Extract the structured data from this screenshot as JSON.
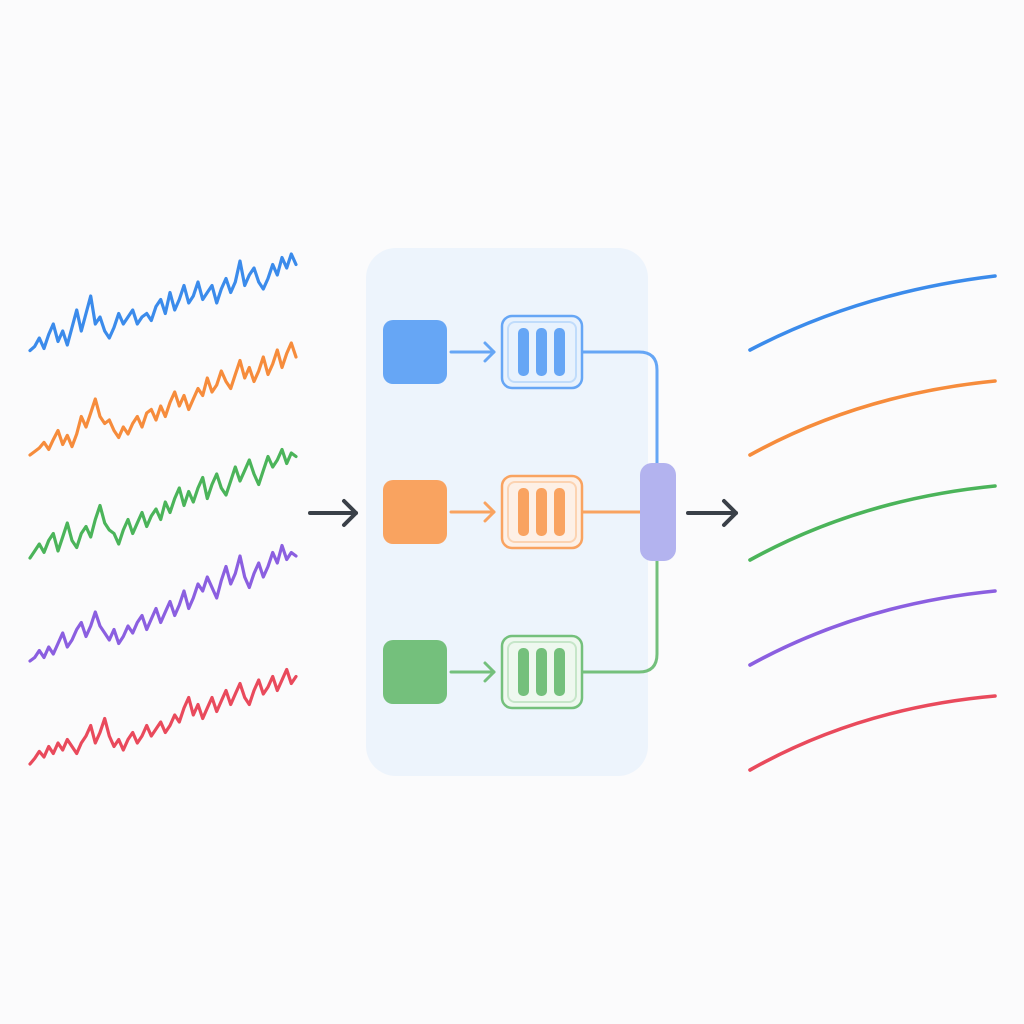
{
  "colors": {
    "background": "#fbfbfc",
    "panel": "#edf4fc",
    "arrow": "#3a4048",
    "merge": "#b3b3ef"
  },
  "inputs": [
    {
      "color": "#3b8beb",
      "values": [
        0.02,
        0.08,
        0.2,
        0.05,
        0.25,
        0.4,
        0.15,
        0.3,
        0.1,
        0.35,
        0.6,
        0.3,
        0.55,
        0.8,
        0.4,
        0.5,
        0.3,
        0.2,
        0.35,
        0.55,
        0.4,
        0.5,
        0.6,
        0.4,
        0.5,
        0.55,
        0.45,
        0.65,
        0.75,
        0.55,
        0.85,
        0.6,
        0.75,
        0.95,
        0.7,
        0.8,
        1.0,
        0.75,
        0.85,
        0.95,
        0.7,
        0.9,
        1.05,
        0.85,
        1.0,
        1.3,
        0.95,
        1.1,
        1.2,
        1.0,
        0.9,
        1.05,
        1.25,
        1.1,
        1.35,
        1.2,
        1.4,
        1.25
      ]
    },
    {
      "color": "#f68c3c",
      "values": [
        0.0,
        0.05,
        0.1,
        0.18,
        0.08,
        0.22,
        0.35,
        0.15,
        0.28,
        0.12,
        0.3,
        0.55,
        0.4,
        0.6,
        0.8,
        0.55,
        0.45,
        0.5,
        0.35,
        0.25,
        0.4,
        0.3,
        0.45,
        0.55,
        0.4,
        0.6,
        0.65,
        0.5,
        0.7,
        0.55,
        0.75,
        0.9,
        0.7,
        0.85,
        0.65,
        0.8,
        0.95,
        0.85,
        1.1,
        0.9,
        1.0,
        1.2,
        1.05,
        0.95,
        1.15,
        1.35,
        1.1,
        1.25,
        1.05,
        1.2,
        1.4,
        1.15,
        1.3,
        1.5,
        1.25,
        1.45,
        1.6,
        1.4
      ]
    },
    {
      "color": "#4bb45a",
      "values": [
        0.0,
        0.1,
        0.2,
        0.08,
        0.25,
        0.35,
        0.1,
        0.3,
        0.5,
        0.25,
        0.15,
        0.35,
        0.45,
        0.3,
        0.55,
        0.75,
        0.5,
        0.4,
        0.35,
        0.2,
        0.4,
        0.55,
        0.35,
        0.5,
        0.65,
        0.45,
        0.6,
        0.7,
        0.55,
        0.8,
        0.65,
        0.85,
        1.0,
        0.75,
        0.95,
        0.8,
        1.0,
        1.15,
        0.85,
        1.05,
        1.2,
        1.0,
        0.9,
        1.1,
        1.3,
        1.1,
        1.25,
        1.4,
        1.2,
        1.05,
        1.25,
        1.45,
        1.3,
        1.4,
        1.55,
        1.35,
        1.5,
        1.45
      ]
    },
    {
      "color": "#8b5fe0",
      "values": [
        0.0,
        0.05,
        0.15,
        0.05,
        0.2,
        0.1,
        0.25,
        0.4,
        0.2,
        0.3,
        0.45,
        0.55,
        0.35,
        0.5,
        0.7,
        0.5,
        0.4,
        0.3,
        0.45,
        0.25,
        0.35,
        0.5,
        0.4,
        0.55,
        0.65,
        0.45,
        0.6,
        0.75,
        0.55,
        0.7,
        0.85,
        0.65,
        0.8,
        1.0,
        0.75,
        0.9,
        1.1,
        1.0,
        1.2,
        1.05,
        0.9,
        1.15,
        1.35,
        1.1,
        1.25,
        1.5,
        1.2,
        1.05,
        1.25,
        1.4,
        1.2,
        1.35,
        1.55,
        1.4,
        1.65,
        1.45,
        1.55,
        1.5
      ]
    },
    {
      "color": "#e94a5c",
      "values": [
        0.0,
        0.08,
        0.18,
        0.1,
        0.25,
        0.15,
        0.3,
        0.2,
        0.35,
        0.25,
        0.15,
        0.3,
        0.4,
        0.55,
        0.3,
        0.45,
        0.65,
        0.4,
        0.25,
        0.35,
        0.2,
        0.35,
        0.45,
        0.3,
        0.4,
        0.55,
        0.4,
        0.5,
        0.6,
        0.45,
        0.55,
        0.7,
        0.6,
        0.8,
        0.95,
        0.7,
        0.85,
        0.65,
        0.8,
        0.95,
        0.75,
        0.9,
        1.05,
        0.85,
        1.0,
        1.15,
        0.95,
        0.85,
        1.05,
        1.2,
        1.0,
        1.1,
        1.25,
        1.05,
        1.2,
        1.35,
        1.15,
        1.25
      ]
    }
  ],
  "branches": [
    {
      "color": "#66a6f5",
      "light": "#c0dcfb",
      "fill": "#e8f2fd"
    },
    {
      "color": "#f9a360",
      "light": "#fcd3b1",
      "fill": "#fdf0e6"
    },
    {
      "color": "#74c07c",
      "light": "#c6e6c9",
      "fill": "#eef8ef"
    }
  ],
  "outputs": [
    {
      "color": "#3b8beb",
      "curve": 0.28
    },
    {
      "color": "#f68c3c",
      "curve": 0.32
    },
    {
      "color": "#4bb45a",
      "curve": 0.32
    },
    {
      "color": "#8b5fe0",
      "curve": 0.32
    },
    {
      "color": "#e94a5c",
      "curve": 0.34
    }
  ]
}
